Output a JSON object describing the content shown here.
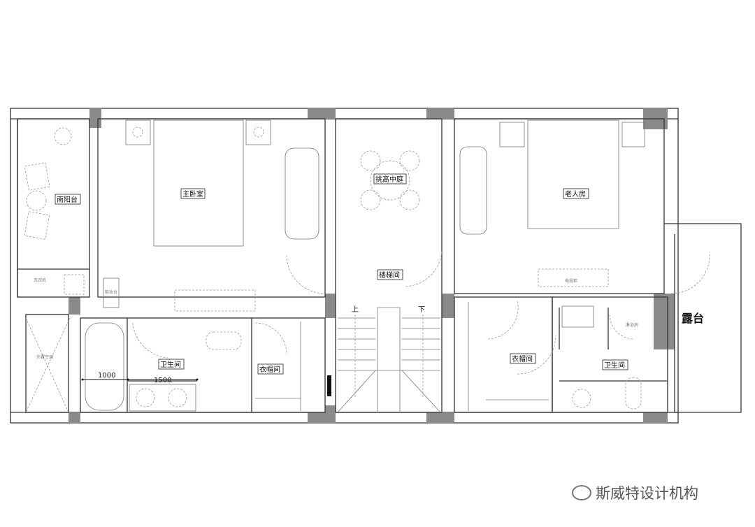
{
  "rooms": {
    "south_balcony": "南阳台",
    "master_bedroom": "主卧室",
    "atrium": "挑高中庭",
    "stairwell": "楼梯间",
    "elderly_room": "老人房",
    "master_bathroom": "卫生间",
    "master_closet": "衣帽间",
    "second_closet": "衣帽间",
    "second_bathroom": "卫生间",
    "terrace": "露台"
  },
  "fixtures": {
    "washing_machine": "洗衣机",
    "dressing_table": "梳妆台",
    "outdoor_ac": "外置空调",
    "tv_cabinet": "电视柜",
    "shower": "淋浴房"
  },
  "stairs": {
    "up": "上",
    "down": "下"
  },
  "dimensions": {
    "tub_width": "1000",
    "vanity_width": "1500"
  },
  "watermark": "斯威特设计机构",
  "colors": {
    "wall": "#333333",
    "pillar": "#8a8a8a"
  }
}
